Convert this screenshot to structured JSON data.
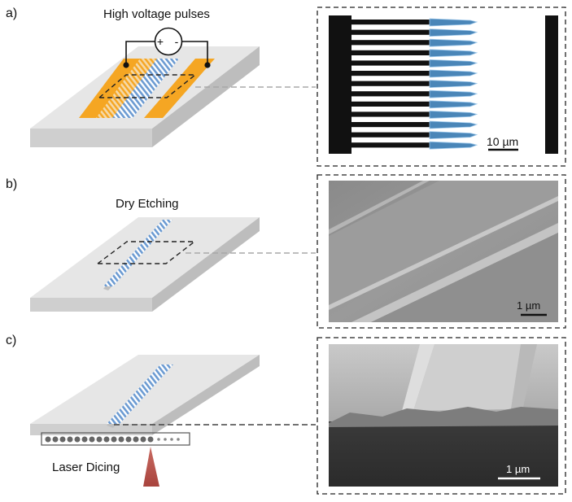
{
  "panels": [
    {
      "letter": "a)",
      "caption": "High voltage pulses",
      "power_plus": "+",
      "power_minus": "-",
      "scale_label": "10 µm"
    },
    {
      "letter": "b)",
      "caption": "Dry Etching",
      "scale_label": "1 µm"
    },
    {
      "letter": "c)",
      "caption": "Laser Dicing",
      "scale_label": "1 µm"
    }
  ],
  "colors": {
    "electrode": "#f5a623",
    "poled_domain": "#6c9bd2",
    "substrate_top": "#e6e6e6",
    "substrate_side": "#c9c9c9",
    "laser": "#b5554f"
  }
}
